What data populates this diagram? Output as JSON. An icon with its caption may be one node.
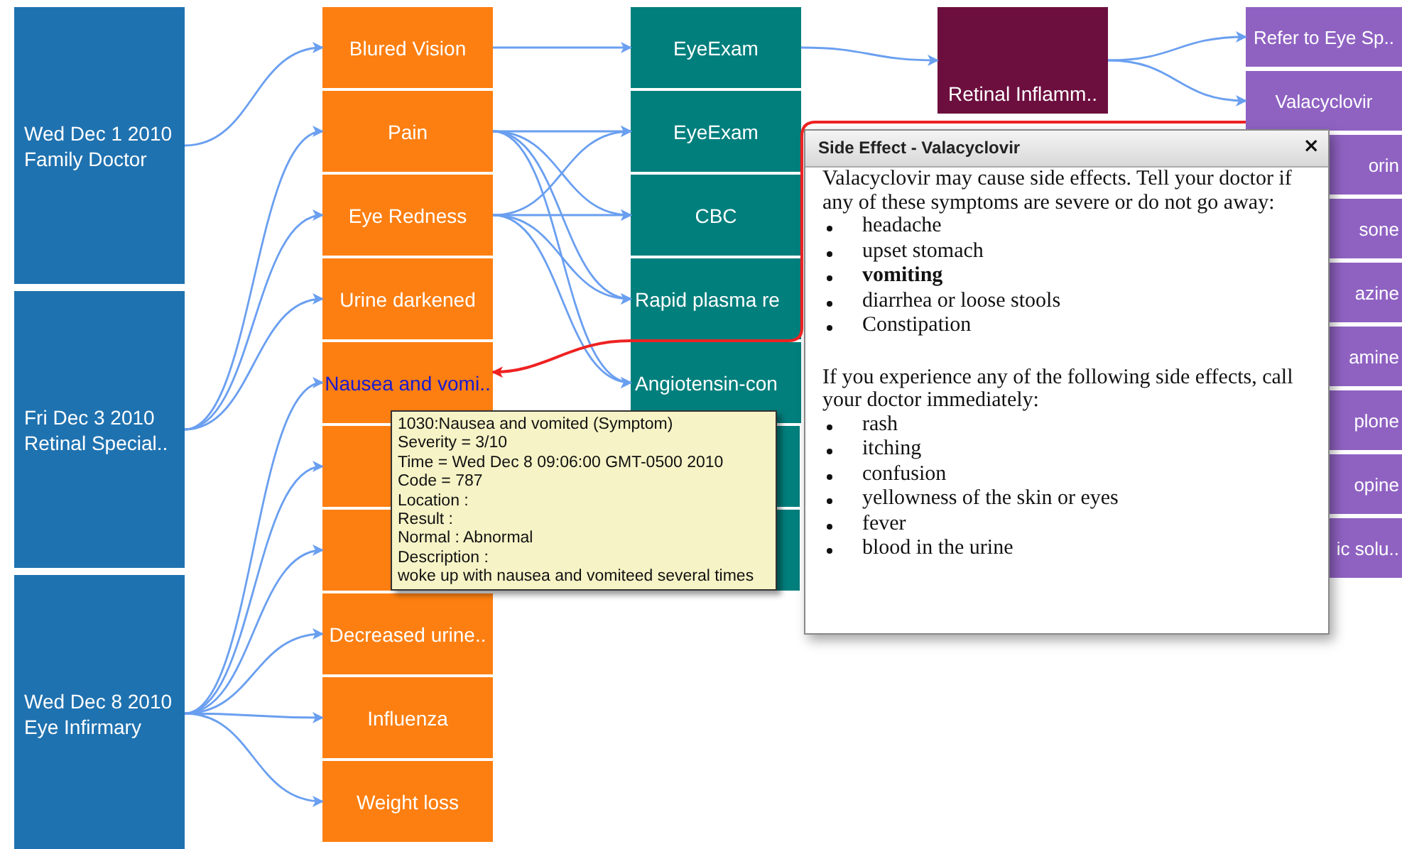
{
  "diagram": {
    "nodes": [
      {
        "text": [
          "Wed Dec 1 2010 Family Doctor"
        ]
      },
      {
        "text": [
          "Fri Dec 3 2010 Retinal Special.."
        ]
      },
      {
        "text": [
          "Wed Dec 8 2010 Eye Infirmary"
        ]
      },
      {
        "text": [
          "Blured Vision"
        ]
      },
      {
        "text": [
          "Pain"
        ]
      },
      {
        "text": [
          "Eye Redness"
        ]
      },
      {
        "text": [
          "Urine darkened"
        ]
      },
      {
        "text": [
          "Nausea and vomi.."
        ]
      },
      {
        "text": [],
        "shape": "box"
      },
      {
        "text": [],
        "shape": "box"
      },
      {
        "text": [
          "Decreased urine.."
        ]
      },
      {
        "text": [
          "Influenza"
        ]
      },
      {
        "text": [
          "Weight loss"
        ]
      },
      {
        "text": [
          "EyeExam"
        ]
      },
      {
        "text": [
          "EyeExam"
        ]
      },
      {
        "text": [
          "CBC"
        ]
      },
      {
        "text": [
          "Rapid plasma re"
        ]
      },
      {
        "text": [
          "Angiotensin-con"
        ]
      },
      {
        "text": [],
        "shape": "box"
      },
      {
        "text": [],
        "shape": "box"
      },
      {
        "text": [
          "Retinal Inflamm.."
        ]
      },
      {
        "text": [
          "Refer to Eye Sp.."
        ]
      },
      {
        "text": [
          "Valacyclovir"
        ]
      },
      {
        "text": [
          "orin"
        ]
      },
      {
        "text": [
          "sone"
        ]
      },
      {
        "text": [
          "azine"
        ]
      },
      {
        "text": [
          "amine"
        ]
      },
      {
        "text": [
          "plone"
        ]
      },
      {
        "text": [
          "opine"
        ]
      },
      {
        "text": [
          "ic solu.."
        ]
      },
      {
        "text": [
          "1030:Nausea and vomited (Symptom)",
          "Severity = 3/10",
          "Time = Wed Dec 8 09:06:00 GMT-0500 2010",
          "Code = 787",
          "Location :",
          "Result :",
          "Normal : Abnormal",
          "Description :",
          "woke up with nausea and vomiteed several times"
        ]
      },
      {
        "text": [
          "Side Effect - Valacyclovir",
          "Valacyclovir may cause side effects. Tell your doctor if any of these symptoms are severe or do not go away:",
          "headache",
          "upset stomach",
          "vomiting",
          "diarrhea or loose stools",
          "Constipation",
          "If you experience any of the following side effects, call your doctor immediately:",
          "rash",
          "itching",
          "confusion",
          "yellowness of the skin or eyes",
          "fever",
          "blood in the urine"
        ]
      }
    ],
    "edges": [
      {
        "from": 0,
        "to": 3,
        "arrow": "to"
      },
      {
        "from": 1,
        "to": 4,
        "arrow": "to"
      },
      {
        "from": 1,
        "to": 5,
        "arrow": "to"
      },
      {
        "from": 1,
        "to": 6,
        "arrow": "to"
      },
      {
        "from": 2,
        "to": 7,
        "arrow": "to"
      },
      {
        "from": 2,
        "to": 8,
        "arrow": "to"
      },
      {
        "from": 2,
        "to": 9,
        "arrow": "to"
      },
      {
        "from": 2,
        "to": 10,
        "arrow": "to"
      },
      {
        "from": 2,
        "to": 11,
        "arrow": "to"
      },
      {
        "from": 2,
        "to": 12,
        "arrow": "to"
      },
      {
        "from": 3,
        "to": 13,
        "arrow": "to"
      },
      {
        "from": 4,
        "to": 14,
        "arrow": "to"
      },
      {
        "from": 4,
        "to": 15,
        "arrow": "to"
      },
      {
        "from": 4,
        "to": 16,
        "arrow": "to"
      },
      {
        "from": 4,
        "to": 17,
        "arrow": "to"
      },
      {
        "from": 5,
        "to": 14,
        "arrow": "to"
      },
      {
        "from": 5,
        "to": 15,
        "arrow": "to"
      },
      {
        "from": 5,
        "to": 16,
        "arrow": "to"
      },
      {
        "from": 5,
        "to": 17,
        "arrow": "to"
      },
      {
        "from": 13,
        "to": 20,
        "arrow": "to"
      },
      {
        "from": 20,
        "to": 21,
        "arrow": "to"
      },
      {
        "from": 20,
        "to": 22,
        "arrow": "to"
      },
      {
        "from": 22,
        "to": 7,
        "arrow": "to",
        "color": "#ee2222"
      }
    ],
    "labels": [
      "×"
    ]
  }
}
